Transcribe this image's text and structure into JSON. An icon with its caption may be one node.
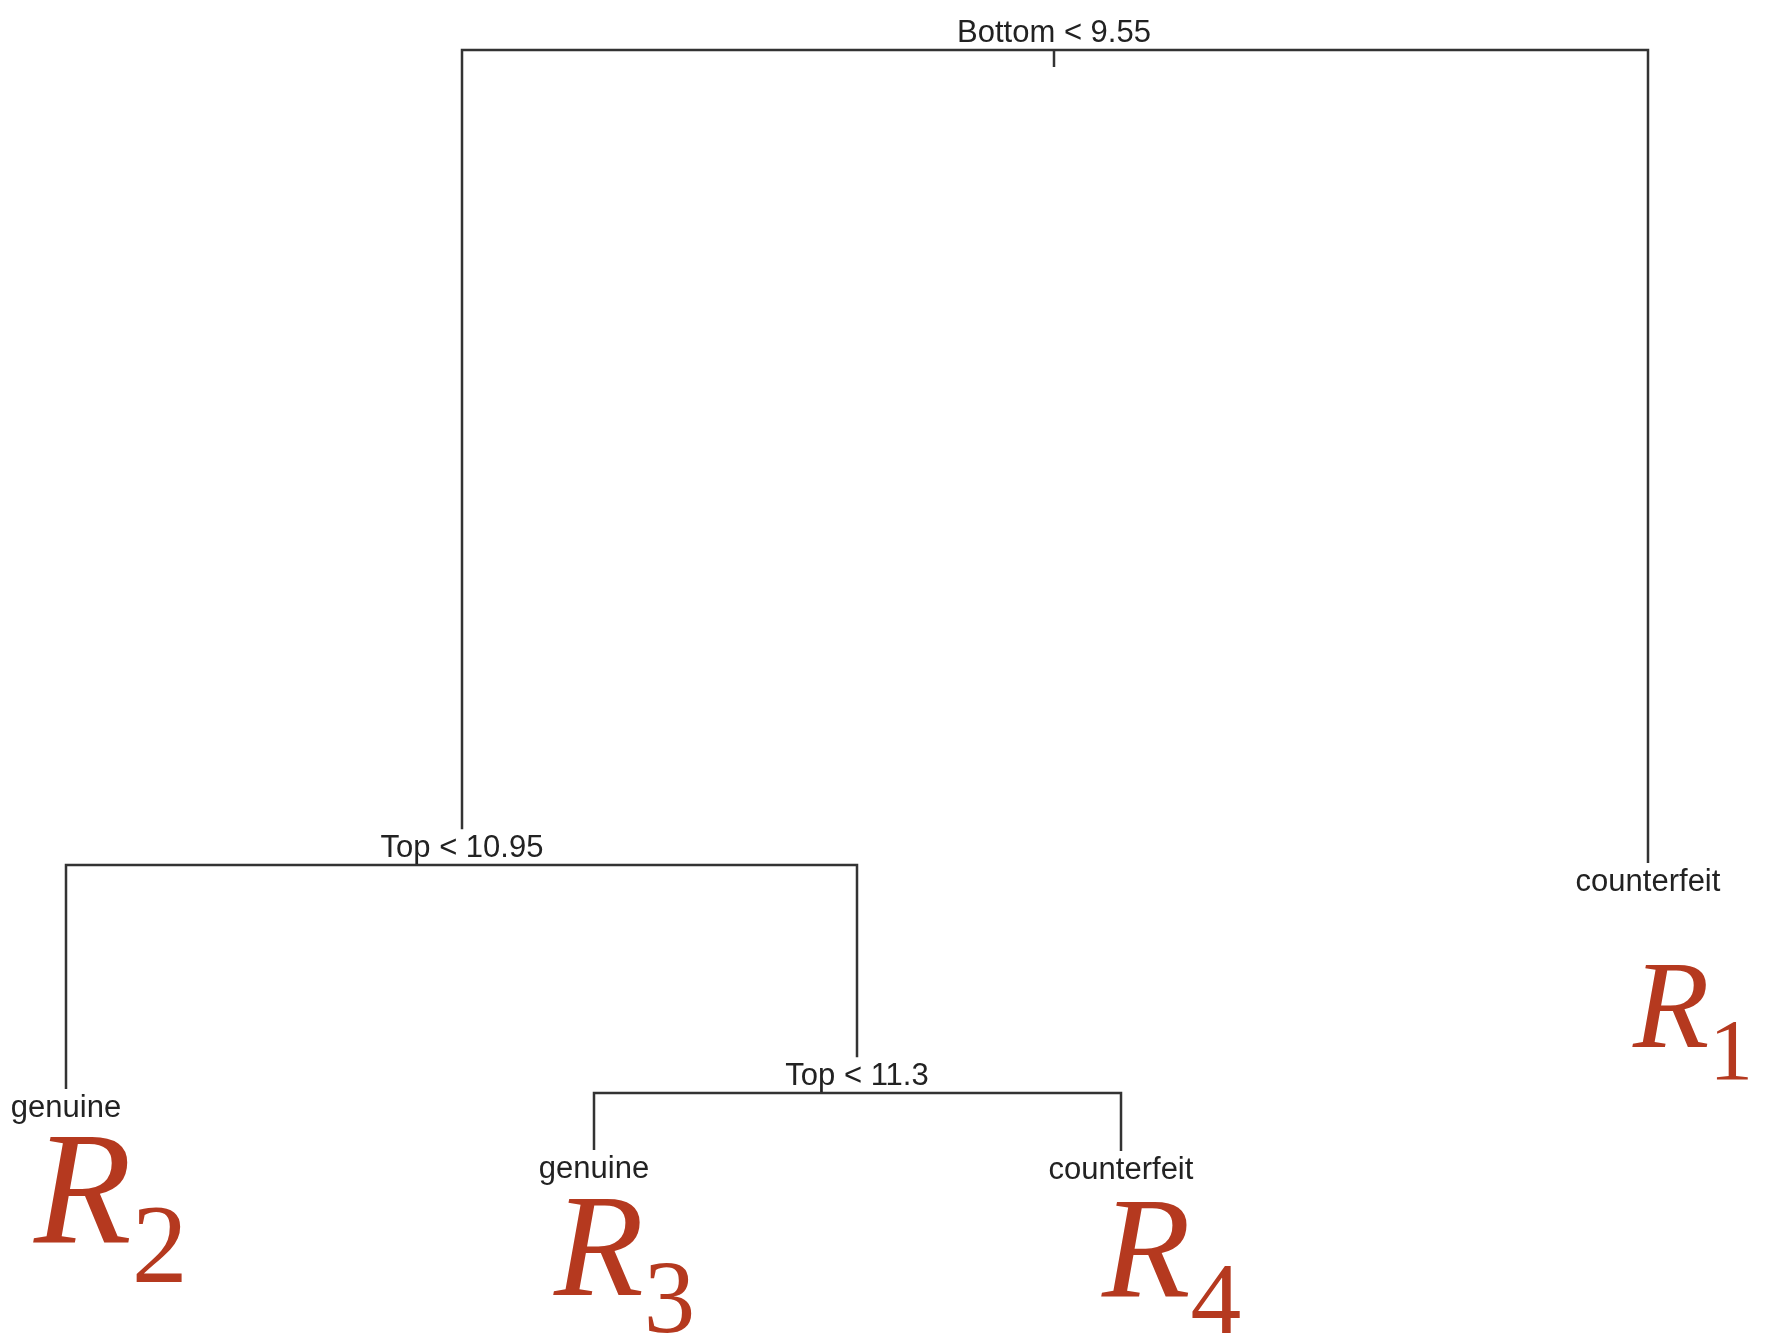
{
  "diagram": {
    "nodes": [
      {
        "text": [
          "Bottom < 9.55"
        ]
      },
      {
        "text": [
          "Top < 10.95"
        ]
      },
      {
        "text": [
          "counterfeit"
        ],
        "beside": [
          "R$_{1}$"
        ]
      },
      {
        "text": [
          "genuine"
        ],
        "beside": [
          "R$_{2}$"
        ]
      },
      {
        "text": [
          "Top < 11.3"
        ]
      },
      {
        "text": [
          "genuine"
        ],
        "beside": [
          "R$_{3}$"
        ]
      },
      {
        "text": [
          "counterfeit"
        ],
        "beside": [
          "R$_{4}$"
        ]
      }
    ],
    "edges": [
      {
        "from": 0,
        "to": 1,
        "arrow": "none"
      },
      {
        "from": 0,
        "to": 2,
        "arrow": "none"
      },
      {
        "from": 1,
        "to": 3,
        "arrow": "none"
      },
      {
        "from": 1,
        "to": 4,
        "arrow": "none"
      },
      {
        "from": 4,
        "to": 5,
        "arrow": "none"
      },
      {
        "from": 4,
        "to": 6,
        "arrow": "none"
      }
    ]
  }
}
